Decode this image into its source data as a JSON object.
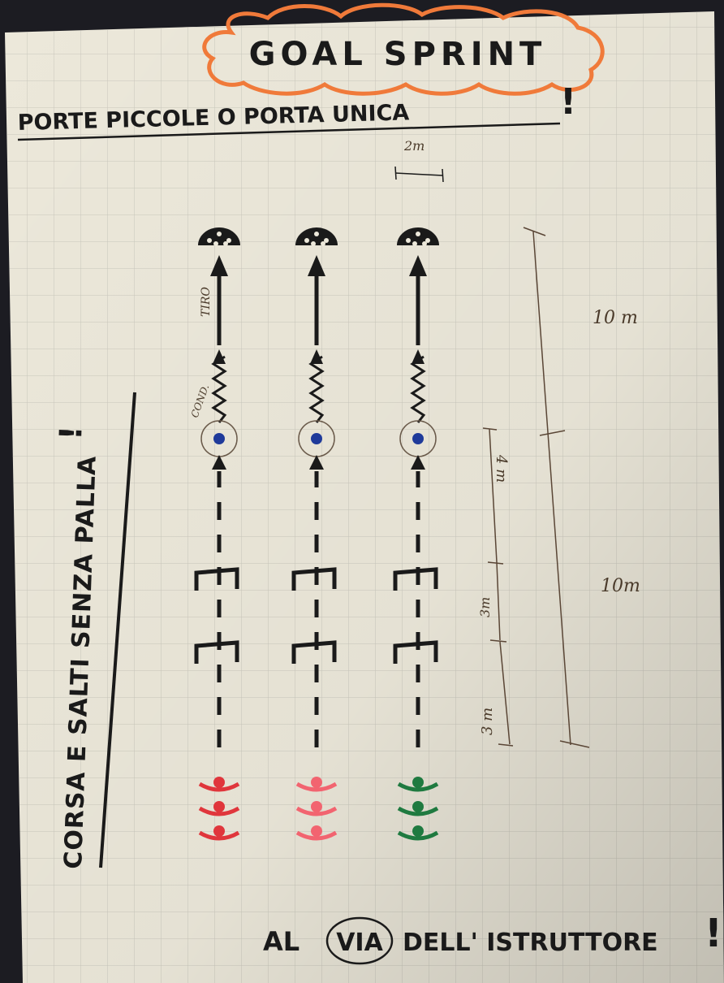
{
  "title": "GOAL SPRINT",
  "subtitle": "PORTE PICCOLE O PORTA UNICA",
  "subtitle_mark": "!",
  "side_text": "CORSA E SALTI SENZA PALLA",
  "side_mark": "!",
  "bottom": {
    "pre": "AL",
    "circled": "VIA",
    "post": "DELL' ISTRUTTORE",
    "mark": "!"
  },
  "labels": {
    "tiro": "TIRO",
    "cond": "COND.",
    "width": "2m",
    "total_upper": "10 m",
    "total_lower": "10m",
    "seg_top": "4 m",
    "seg_mid": "3m",
    "seg_bottom": "3 m"
  },
  "colors": {
    "ink": "#1a1a1a",
    "cloud": "#f07a3a",
    "cone": "#1f3a9a",
    "team_left": "#e0363c",
    "team_mid": "#f26470",
    "team_right": "#1f7a40",
    "measure": "#5a4636",
    "paper": "#ece8da",
    "grid": "#c9c7bc"
  },
  "lanes": [
    {
      "team": "left"
    },
    {
      "team": "mid"
    },
    {
      "team": "right"
    }
  ]
}
